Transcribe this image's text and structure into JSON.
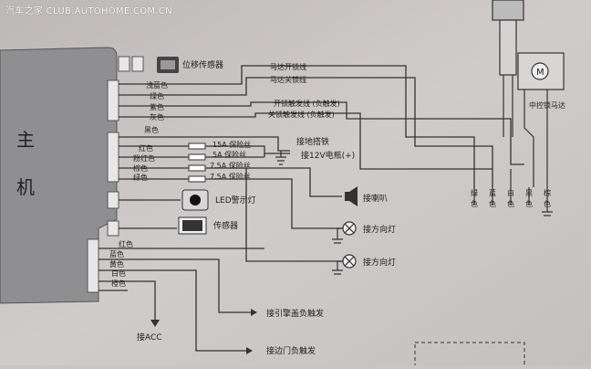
{
  "watermark": "汽车之家 CLUB.AUTOHOME.COM.CN",
  "main_unit": {
    "label_top": "主",
    "label_bottom": "机"
  },
  "group1": [
    "浅蓝色",
    "绿色",
    "紫色",
    "灰色"
  ],
  "group2": [
    "黑色",
    "红色",
    "粉红色",
    "棕色",
    "绿色"
  ],
  "group3": [
    "红色",
    "蓝色",
    "黄色",
    "白色",
    "橙色"
  ],
  "fuses": [
    "15A 保险丝",
    "5A 保险丝",
    "7.5A 保险丝",
    "7.5A 保险丝"
  ],
  "motor_wires": [
    "绿",
    "蓝",
    "白",
    "黑",
    "棕"
  ],
  "motor_wires_suffix": "色",
  "labels": {
    "position_sensor": "位移传感器",
    "motor_open": "马达开锁线",
    "motor_close": "马达关锁线",
    "unlock_trigger": "开锁触发线 (负触发)",
    "lock_trigger": "关锁触发线 (负触发)",
    "central_lock_motor": "中控锁马达",
    "motor_symbol": "M",
    "ground": "接地搭铁",
    "battery": "接12V电瓶(+)",
    "horn": "接喇叭",
    "turn_signal": "接方向灯",
    "led": "LED警示灯",
    "sensor": "传感器",
    "acc": "接ACC",
    "hood": "接引擎盖负触发",
    "door": "接边门负触发"
  }
}
